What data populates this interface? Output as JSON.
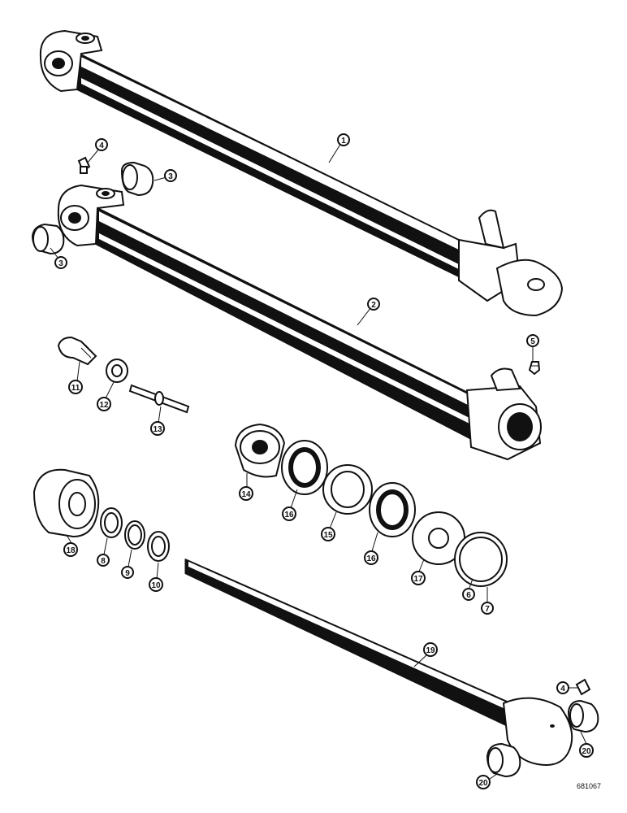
{
  "callouts": [
    "1",
    "2",
    "3",
    "3",
    "4",
    "5",
    "11",
    "12",
    "13",
    "14",
    "16",
    "15",
    "16",
    "17",
    "6",
    "7",
    "18",
    "8",
    "9",
    "10",
    "19",
    "4",
    "20",
    "20"
  ],
  "figure_ref": "681067"
}
